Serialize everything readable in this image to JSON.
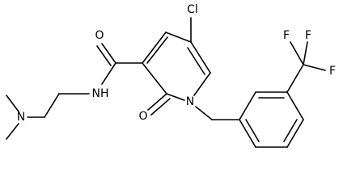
{
  "molecule": {
    "atom_labels": {
      "cl": "Cl",
      "carbonyl_o_amide": "O",
      "amide_nh": "NH",
      "ring_n": "N",
      "ring_o": "O",
      "dimethyl_n": "N",
      "f1": "F",
      "f2": "F",
      "f3": "F"
    }
  }
}
